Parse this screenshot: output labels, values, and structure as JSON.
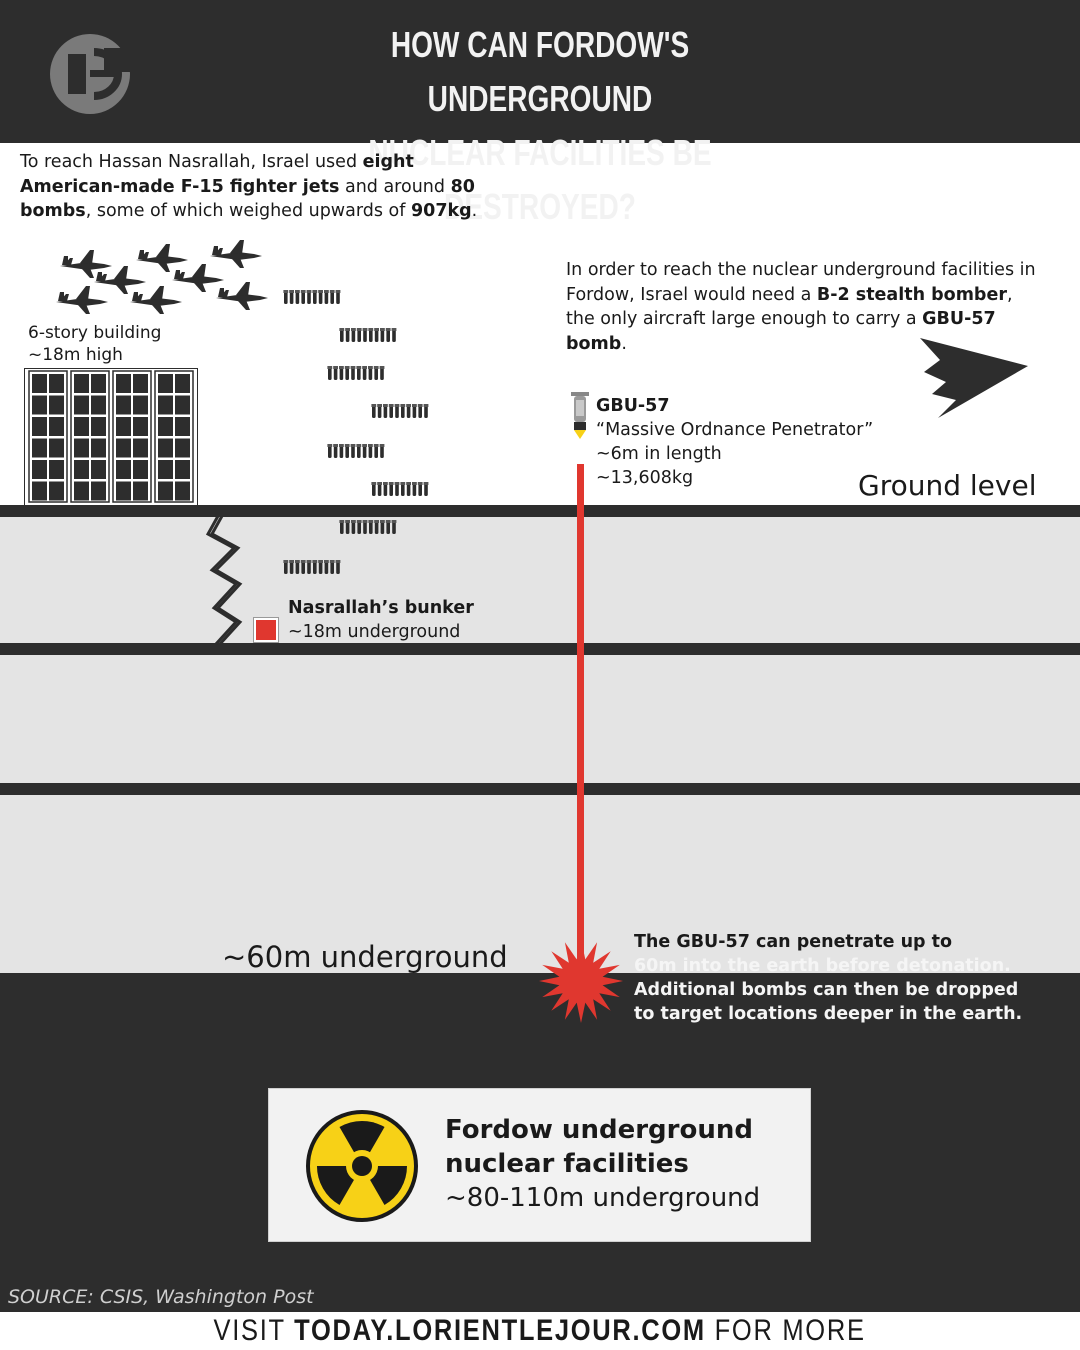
{
  "header": {
    "title_line1": "HOW CAN FORDOW'S UNDERGROUND",
    "title_line2": "NUCLEAR FACILITIES BE DESTROYED?",
    "logo_icon": "lorient-le-jour-logo"
  },
  "intro": {
    "t1": "To reach Hassan Nasrallah, Israel used ",
    "b1": "eight American-made F-15 fighter jets",
    "t2": " and around ",
    "b2": "80 bombs",
    "t3": ", some of which weighed upwards of ",
    "b3": "907kg",
    "t4": "."
  },
  "b2": {
    "t1": "In order to reach the nuclear underground facilities in Fordow, Israel would need a ",
    "b1": "B-2 stealth bomber",
    "t2": ", the only aircraft large enough to carry a ",
    "b2": "GBU-57 bomb",
    "t3": "."
  },
  "building": {
    "line1": "6-story building",
    "line2": "~18m high"
  },
  "gbu": {
    "name": "GBU-57",
    "fullname": "“Massive Ordnance Penetrator”",
    "length": "~6m in length",
    "weight": "~13,608kg"
  },
  "ground_label": "Ground level",
  "bunker": {
    "name": "Nasrallah’s bunker",
    "depth": "~18m underground"
  },
  "depth_label": "~60m underground",
  "penetration": {
    "line1": "The GBU-57 can penetrate up to",
    "line2": "60m into the earth before detonation.",
    "line3": "Additional bombs can then be dropped",
    "line4": "to target locations deeper in the earth."
  },
  "fordow": {
    "line1": "Fordow underground",
    "line2": "nuclear facilities",
    "depth": "~80-110m underground",
    "icon": "radiation-icon"
  },
  "source": "SOURCE: CSIS, Washington Post",
  "footer": {
    "pre": "VISIT ",
    "url": "TODAY.LORIENTLEJOUR.COM",
    "post": " FOR MORE"
  },
  "colors": {
    "dark": "#2d2d2d",
    "light_layer": "#e4e4e4",
    "accent_red": "#e0372f",
    "radiation_yellow": "#f7d117"
  }
}
